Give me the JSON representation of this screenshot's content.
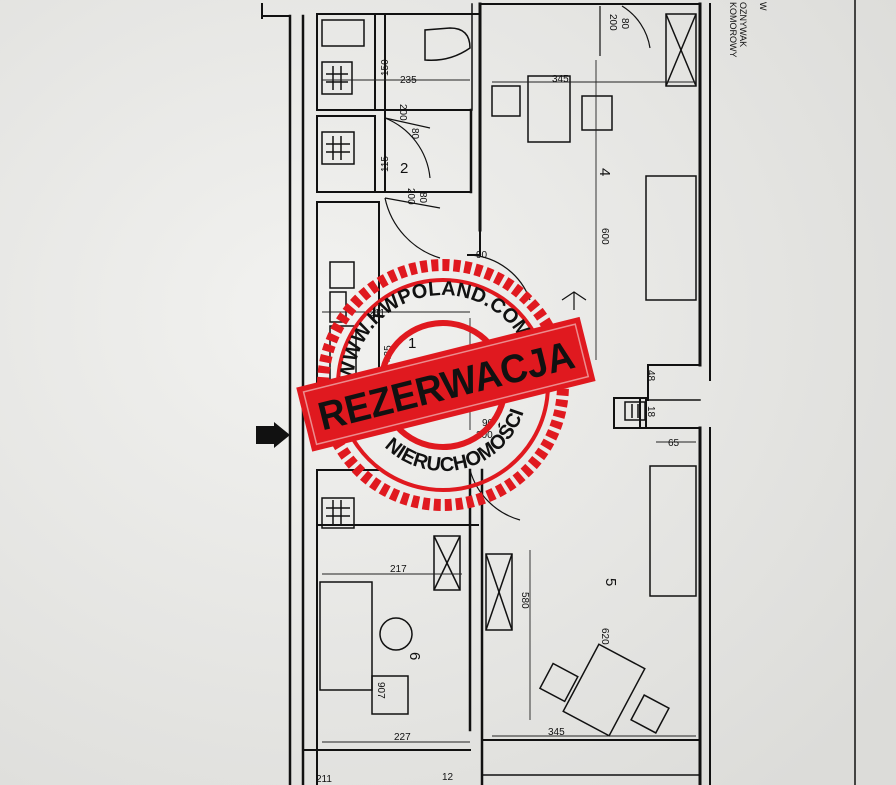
{
  "plan": {
    "rooms": [
      {
        "id": "room-1",
        "number": "1"
      },
      {
        "id": "room-2",
        "number": "2"
      },
      {
        "id": "room-4",
        "number": "4"
      },
      {
        "id": "room-5",
        "number": "5"
      },
      {
        "id": "room-6",
        "number": "6"
      }
    ],
    "dimensions": {
      "d150": "150",
      "d235": "235",
      "d345a": "345",
      "door80a": "80",
      "door200a": "200",
      "door80b": "80",
      "door200b": "200",
      "door80c": "80",
      "door200c": "200",
      "d115": "115",
      "d600": "600",
      "d90a": "90",
      "d211": "211",
      "d435": "435",
      "d90b": "90",
      "d200b": "200",
      "d48": "48",
      "d18": "18",
      "d65": "65",
      "d217": "217",
      "d580": "580",
      "d620": "620",
      "d907": "907",
      "d227": "227",
      "d345b": "345",
      "d211b": "211",
      "d12": "12"
    },
    "legend": {
      "line1": "W",
      "line2": "OZNYWAK",
      "line3": "KOMOROWY"
    }
  },
  "stamp": {
    "ring_top": "WWW.KWPOLAND.COM",
    "main_text": "REZERWACJA",
    "ring_bottom": "NIERUCHOMOŚCI"
  },
  "colors": {
    "paper": "#e6e6e3",
    "ink": "#111111",
    "stamp": "#e0191f"
  }
}
